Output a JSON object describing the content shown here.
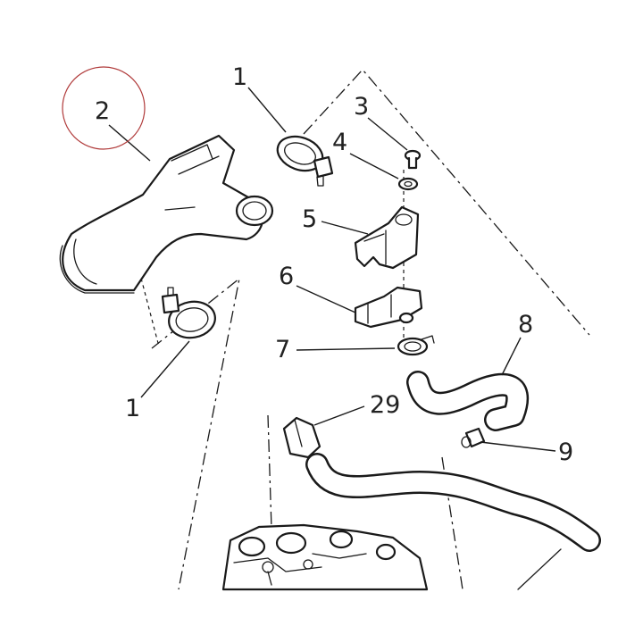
{
  "callouts": [
    "2",
    "1",
    "3",
    "4",
    "5",
    "6",
    "7",
    "8",
    "29",
    "9",
    "1"
  ],
  "colors": {
    "line": "#1a1a1a",
    "highlight": "#b03a3a",
    "background": "#ffffff"
  }
}
